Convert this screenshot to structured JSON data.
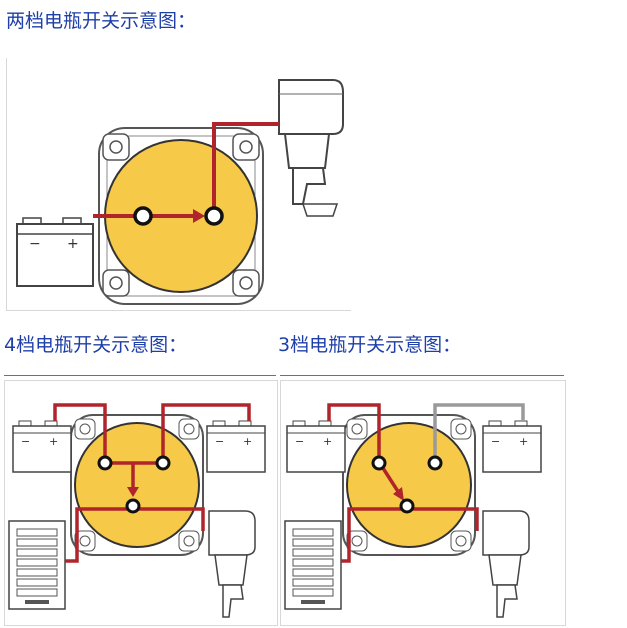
{
  "headings": {
    "two_position": "两档电瓶开关示意图：",
    "four_position": "4档电瓶开关示意图：",
    "three_position": "3档电瓶开关示意图："
  },
  "colors": {
    "heading_text": "#1f3fa8",
    "switch_face": "#f7c948",
    "cable_red": "#b0252b",
    "cable_gray": "#9a9a9a",
    "divider_blue": "#2f7fd0"
  },
  "battery_terminals": {
    "negative": "−",
    "positive": "+"
  }
}
